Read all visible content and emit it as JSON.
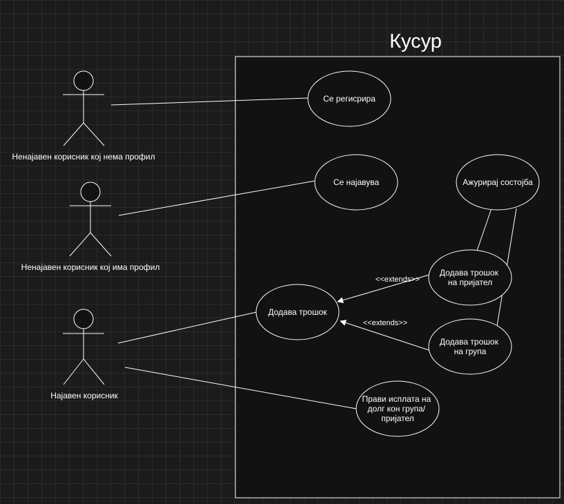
{
  "diagram": {
    "system_title": "Кусур",
    "actors": [
      {
        "id": "actor-unregistered",
        "label": "Ненајавен корисник кој нема профил"
      },
      {
        "id": "actor-registered",
        "label": "Ненајавен корисник кој има профил"
      },
      {
        "id": "actor-logged-in",
        "label": "Најавен корисник"
      }
    ],
    "use_cases": [
      {
        "id": "uc-register",
        "lines": [
          "Се регисрира"
        ]
      },
      {
        "id": "uc-login",
        "lines": [
          "Се најавува"
        ]
      },
      {
        "id": "uc-update-state",
        "lines": [
          "Ажурирај состојба"
        ]
      },
      {
        "id": "uc-add-expense-friend",
        "lines": [
          "Додава трошок",
          "на пријател"
        ]
      },
      {
        "id": "uc-add-expense",
        "lines": [
          "Додава трошок"
        ]
      },
      {
        "id": "uc-add-expense-group",
        "lines": [
          "Додава трошок",
          "на група"
        ]
      },
      {
        "id": "uc-pay-debt",
        "lines": [
          "Прави исплата на",
          "долг кон група/",
          "пријател"
        ]
      }
    ],
    "relation_labels": {
      "extends_1": "<<extends>>",
      "extends_2": "<<extends>>"
    }
  }
}
